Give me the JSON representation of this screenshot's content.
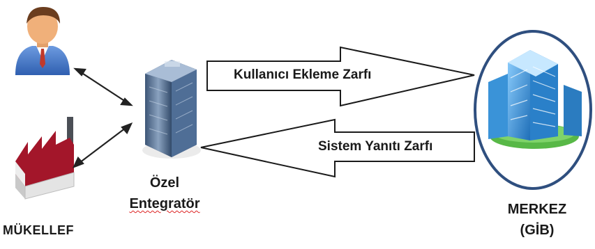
{
  "diagram": {
    "arrows": {
      "top": {
        "label": "Kullanıcı Ekleme Zarfı"
      },
      "bottom": {
        "label": "Sistem Yanıtı Zarfı"
      }
    },
    "nodes": {
      "user": {
        "icon": "user-icon"
      },
      "taxpayer": {
        "label": "MÜKELLEF",
        "icon": "factory-icon"
      },
      "integrator": {
        "label_line1": "Özel",
        "label_line2": "Entegratör",
        "icon": "office-tower-icon"
      },
      "center": {
        "label_line1": "MERKEZ",
        "label_line2": "(GİB)",
        "icon": "government-building-icon"
      }
    },
    "colors": {
      "circle_stroke": "#2f4f7f",
      "building_blue": "#2f8fd6",
      "grass": "#58b847",
      "factory_red": "#a3162a",
      "user_shirt": "#4a7fd0",
      "user_skin": "#f0b07a"
    }
  }
}
